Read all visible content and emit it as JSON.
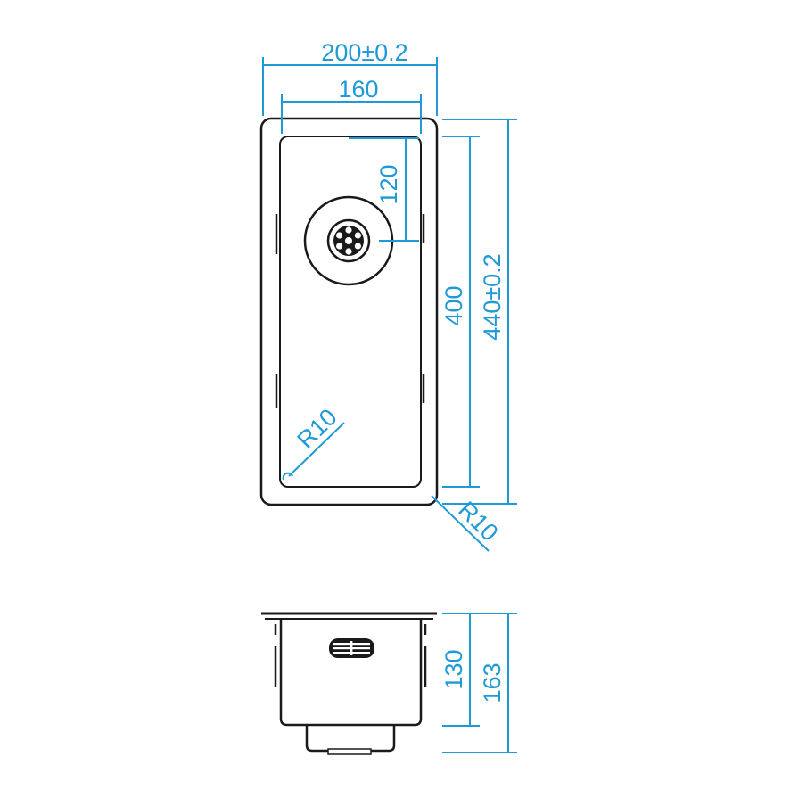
{
  "colors": {
    "dimension": "#1f9ad6",
    "outline": "#1a1a1a",
    "background": "#ffffff"
  },
  "top_view": {
    "overall_width": "200±0.2",
    "bowl_width": "160",
    "drain_offset": "120",
    "bowl_length": "400",
    "overall_length": "440±0.2",
    "inner_radius": "R10",
    "outer_radius": "R10"
  },
  "side_view": {
    "bowl_depth": "130",
    "overall_depth": "163"
  }
}
